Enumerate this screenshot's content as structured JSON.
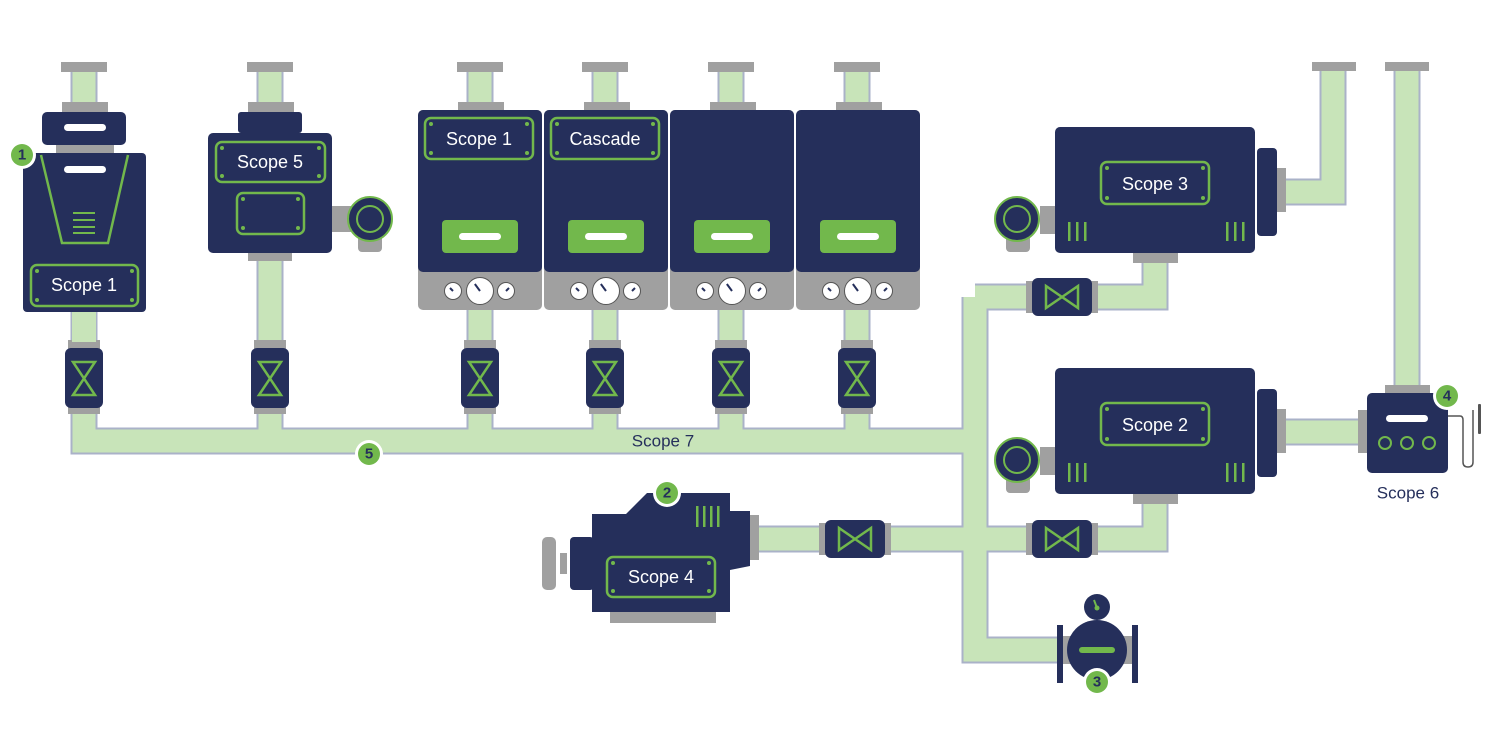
{
  "colors": {
    "navy": "#252f5b",
    "green": "#72b84c",
    "pipe": "#c8e4b9",
    "pipe_edge": "#aab2c8",
    "steel": "#a0a0a0"
  },
  "labels": {
    "boiler_left": "Scope 1",
    "scope5": "Scope 5",
    "boiler_a": "Scope 1",
    "boiler_b": "Cascade",
    "scope3": "Scope 3",
    "scope2": "Scope 2",
    "scope4": "Scope 4",
    "scope6": "Scope 6",
    "scope7": "Scope 7"
  },
  "badges": [
    "1",
    "2",
    "3",
    "4",
    "5"
  ]
}
